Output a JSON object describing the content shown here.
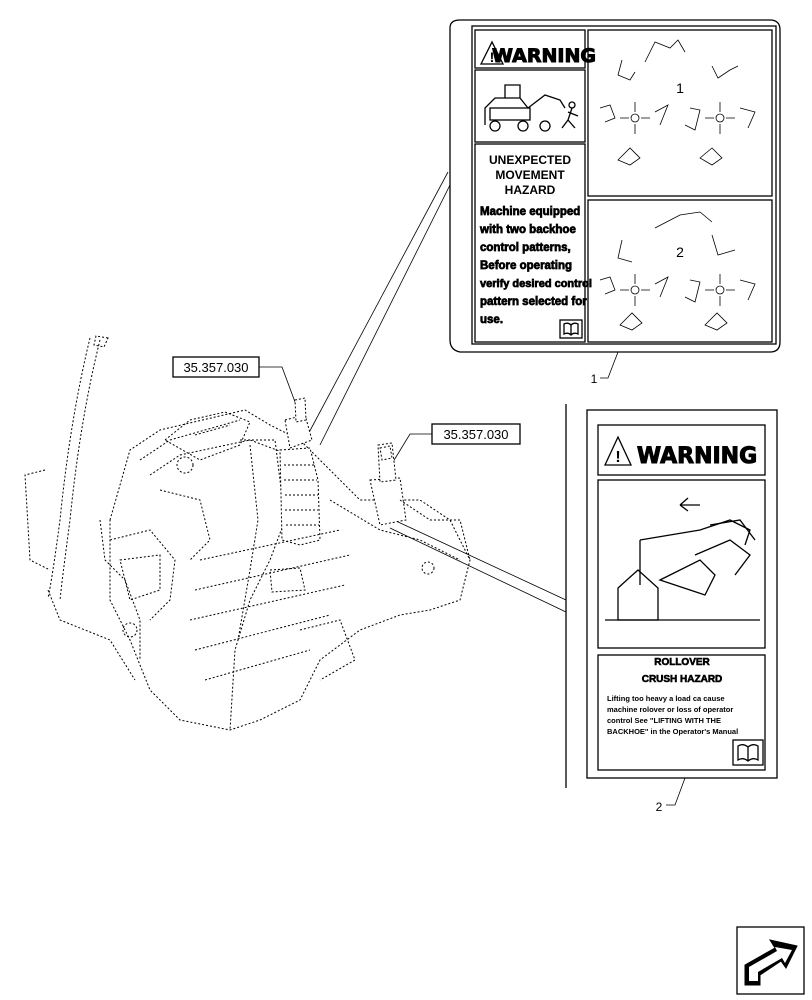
{
  "callouts": [
    {
      "ref": "35.357.030"
    },
    {
      "ref": "35.357.030"
    }
  ],
  "decal1": {
    "item": "1",
    "warning": "WARNING",
    "hazard_lines": [
      "UNEXPECTED",
      "MOVEMENT",
      "HAZARD"
    ],
    "text_lines": [
      "Machine equipped",
      "with two backhoe",
      "control patterns,",
      "Before operating",
      "verify desired control",
      "pattern selected for",
      "use."
    ],
    "pattern_1": "1",
    "pattern_2": "2"
  },
  "decal2": {
    "item": "2",
    "warning": "WARNING",
    "hazard_lines": [
      "ROLLOVER",
      "CRUSH HAZARD"
    ],
    "text_lines": [
      "Lifting too heavy a load ca cause",
      "machine rolover or loss of operator",
      "control See \"LIFTING WITH THE",
      "BACKHOE\" in the Operator's Manual"
    ]
  },
  "icons": [
    "warning-triangle-icon",
    "manual-book-icon",
    "next-page-arrow-icon"
  ]
}
